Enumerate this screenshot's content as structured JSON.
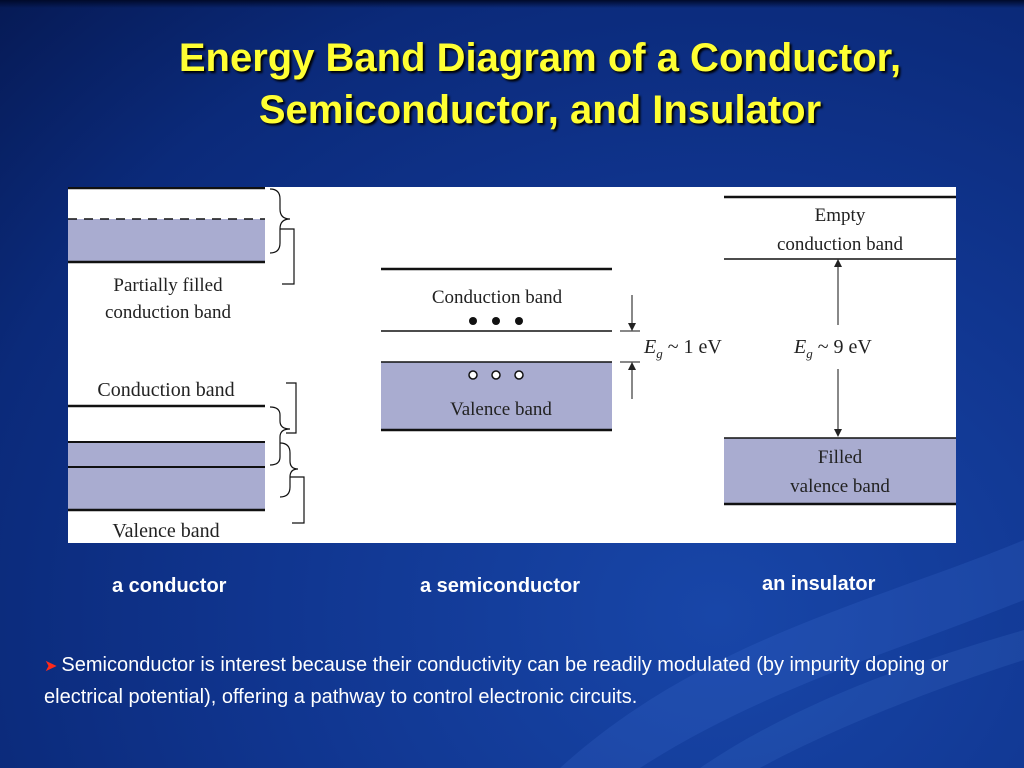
{
  "slide": {
    "title_line1": "Energy Band Diagram of a Conductor,",
    "title_line2": "Semiconductor, and Insulator"
  },
  "figure": {
    "conductor": {
      "upper_label_line1": "Partially filled",
      "upper_label_line2": "conduction band",
      "conduction_label": "Conduction band",
      "valence_label": "Valence band"
    },
    "semiconductor": {
      "conduction_label": "Conduction band",
      "valence_label": "Valence band",
      "gap_symbol": "E",
      "gap_subscript": "g",
      "gap_value": " ~ 1 eV"
    },
    "insulator": {
      "empty_label_line1": "Empty",
      "empty_label_line2": "conduction band",
      "filled_label_line1": "Filled",
      "filled_label_line2": "valence band",
      "gap_symbol": "E",
      "gap_subscript": "g",
      "gap_value": " ~ 9 eV"
    },
    "band_fill_color": "#a9acd0"
  },
  "captions": {
    "conductor": "a conductor",
    "semiconductor": "a semiconductor",
    "insulator": "an insulator"
  },
  "bullet": {
    "icon": "arrow-bullet-icon",
    "text": "Semiconductor is interest because their conductivity can be readily modulated (by impurity doping or electrical potential), offering a pathway to control electronic circuits."
  }
}
